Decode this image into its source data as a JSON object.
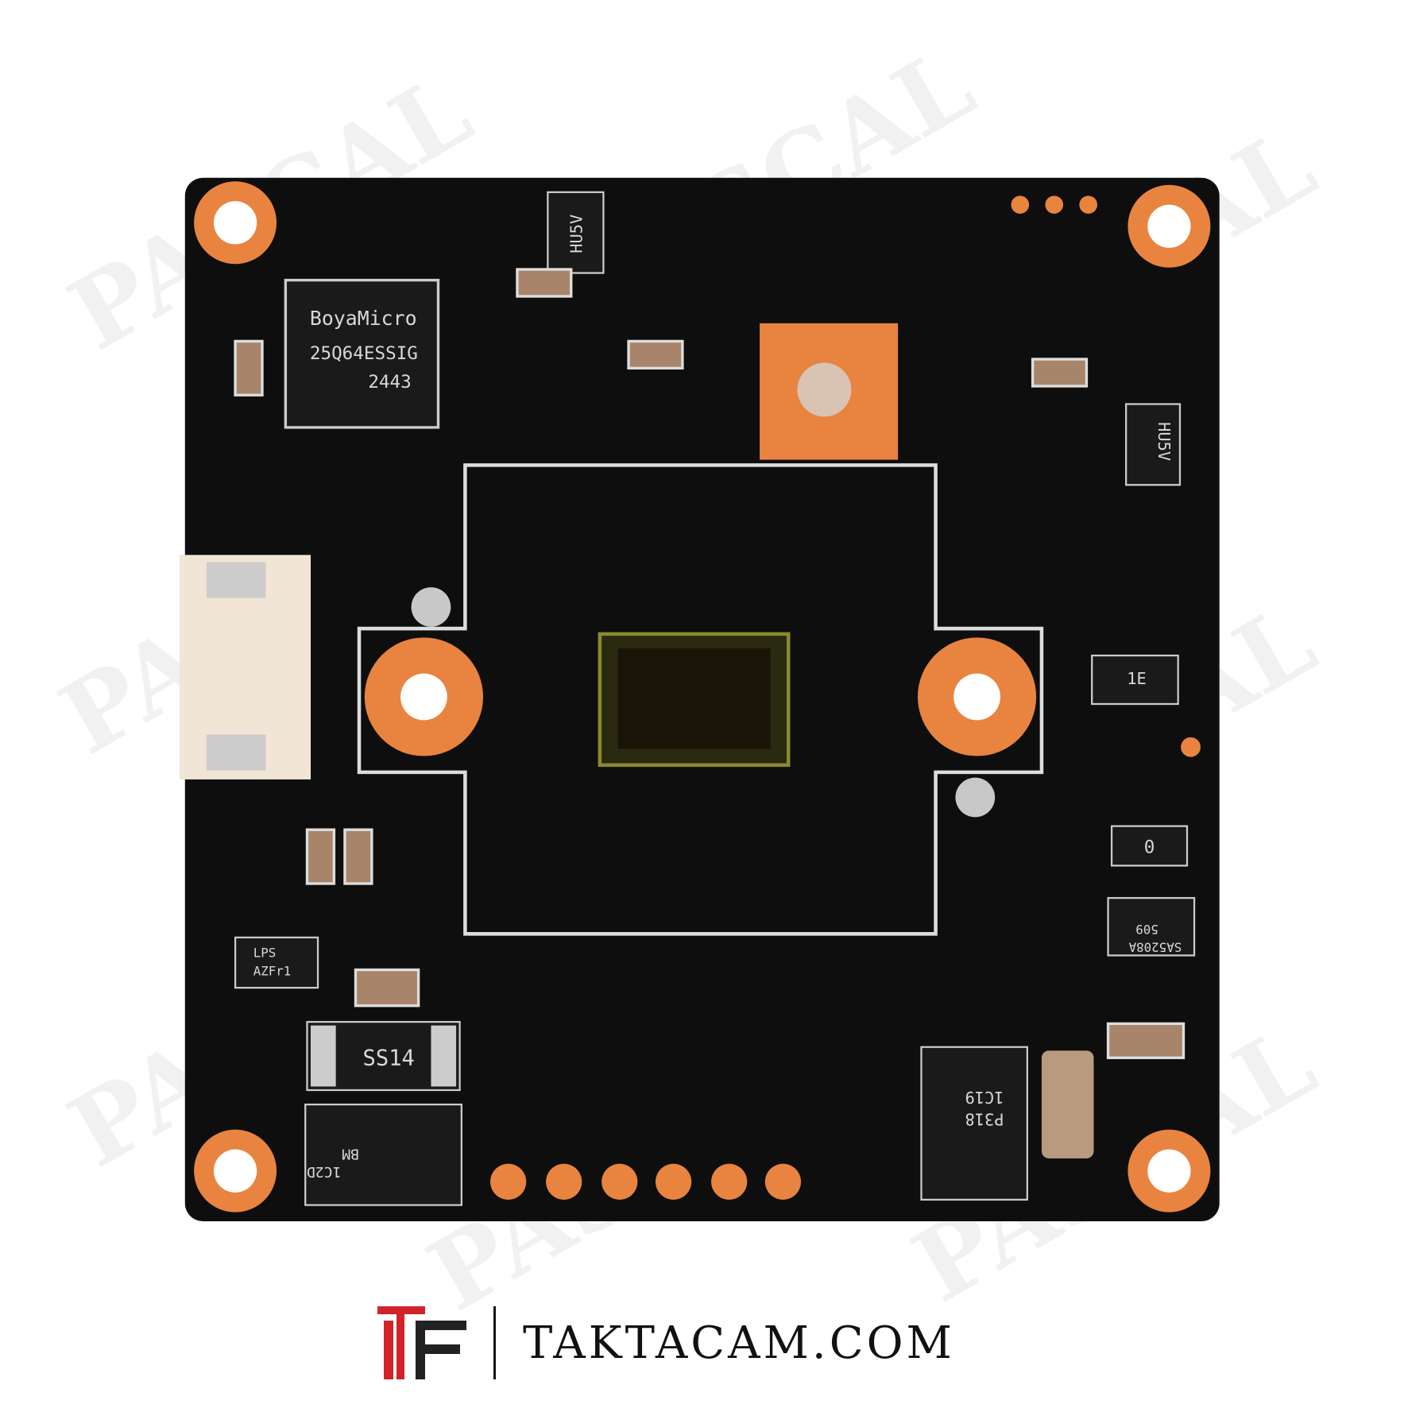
{
  "watermark": "PASCAL",
  "board": {
    "flash_chip": {
      "brand": "BoyaMicro",
      "part": "25Q64ESSIG",
      "date": "2443"
    },
    "regulator_top": "HU5V",
    "regulator_right": "HU5V",
    "transistor": "1E",
    "resistor_zero": "0",
    "chip_right": {
      "line1": "SA5208A",
      "line2": "509"
    },
    "chip_left": {
      "line1": "LPS",
      "line2": "AZFr1"
    },
    "diode": "SS14",
    "diode_bottom": {
      "line1": "BM",
      "line2": "1C2D"
    },
    "diode_right": {
      "line1": "P318",
      "line2": "1C19"
    }
  },
  "brand": {
    "logo_text": "TF",
    "site": "TAKTACAM.COM",
    "logo_red": "#d2232a",
    "logo_dark": "#222222"
  },
  "colors": {
    "pcb": "#0e0e0e",
    "pad": "#e8843f",
    "silkscreen": "#e0e0e0"
  }
}
